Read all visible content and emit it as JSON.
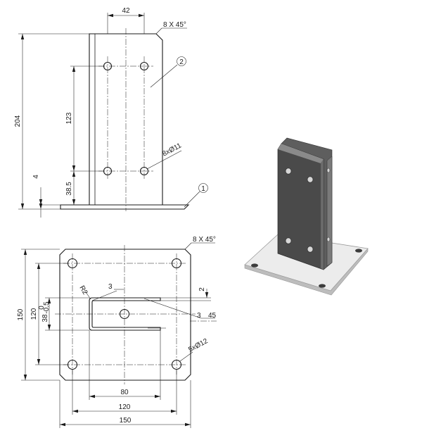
{
  "front_view": {
    "dim_width_top": "42",
    "chamfer_note": "8 X 45°",
    "balloon_post": "2",
    "dim_total_height": "204",
    "dim_hole_spacing": "123",
    "holes_note": "8xØ11",
    "dim_plate_thickness": "4",
    "dim_bottom_hole": "38.5",
    "balloon_plate": "1"
  },
  "top_view": {
    "chamfer_note": "8 X 45°",
    "dim_outer_height": "150",
    "dim_hole_height": "120",
    "dim_profile_height": "38",
    "dim_profile_tol_upper": "0",
    "dim_profile_tol_lower": "-0.5",
    "radius_note": "R2",
    "dim_thickness_top": "3",
    "dim_gap": "2",
    "dim_thickness_side": "3",
    "dim_offset": "45",
    "holes_note": "5xØ12",
    "dim_width_80": "80",
    "dim_width_120": "120",
    "dim_width_150": "150"
  },
  "render_3d": {
    "colors": {
      "metal_dark": "#4b4b4b",
      "metal_mid": "#707070",
      "plate_light": "#e9e9e9",
      "plate_edge": "#b8b8b8"
    }
  }
}
